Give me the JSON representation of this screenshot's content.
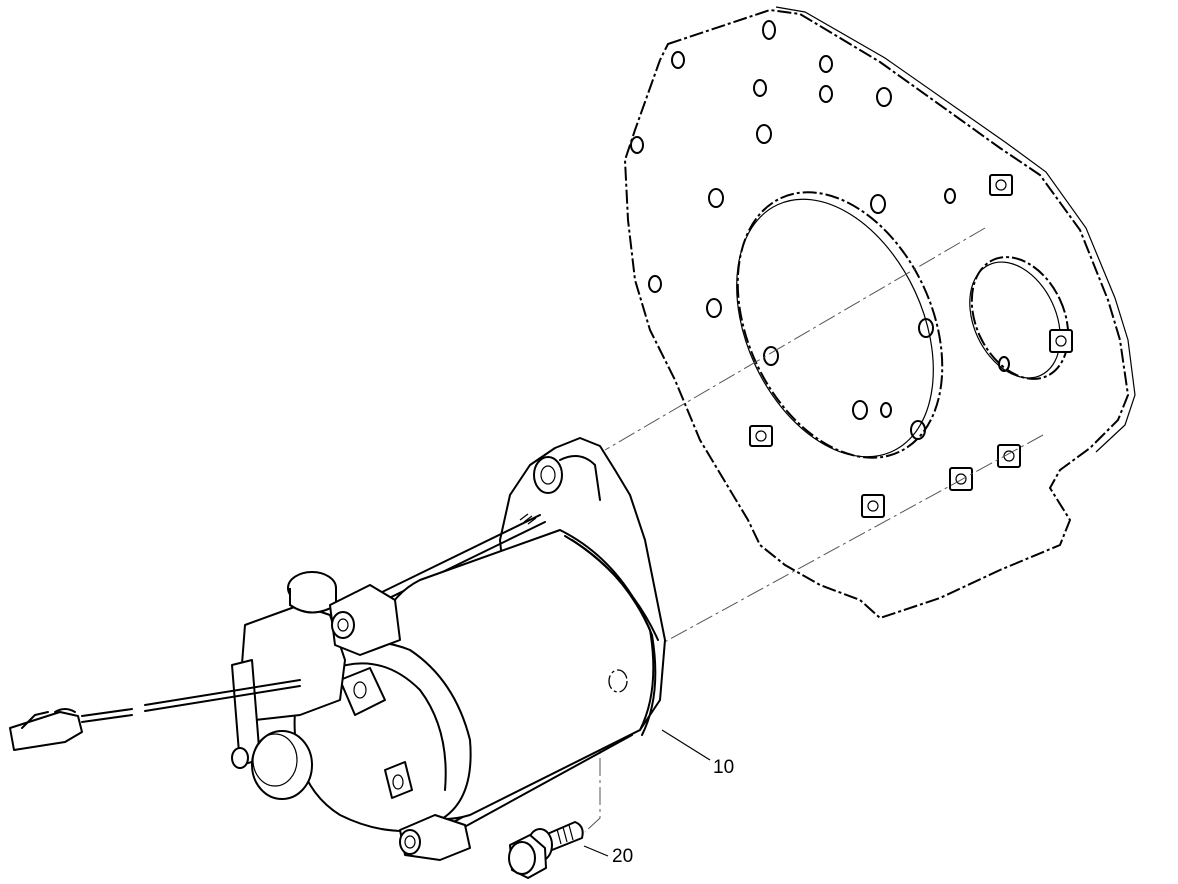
{
  "diagram": {
    "type": "exploded-parts-view",
    "line_color": "#000000",
    "background": "#ffffff",
    "parts": [
      {
        "id": "flywheel-housing-plate",
        "label": "",
        "description": "engine mounting plate (reference, dashed outline)"
      },
      {
        "id": "starter-motor",
        "label": "10",
        "description": "starter motor assembly with lead wire and connector"
      },
      {
        "id": "bolt",
        "label": "20",
        "description": "flanged hex bolt"
      }
    ],
    "callouts": {
      "starter_motor": "10",
      "bolt": "20"
    }
  }
}
